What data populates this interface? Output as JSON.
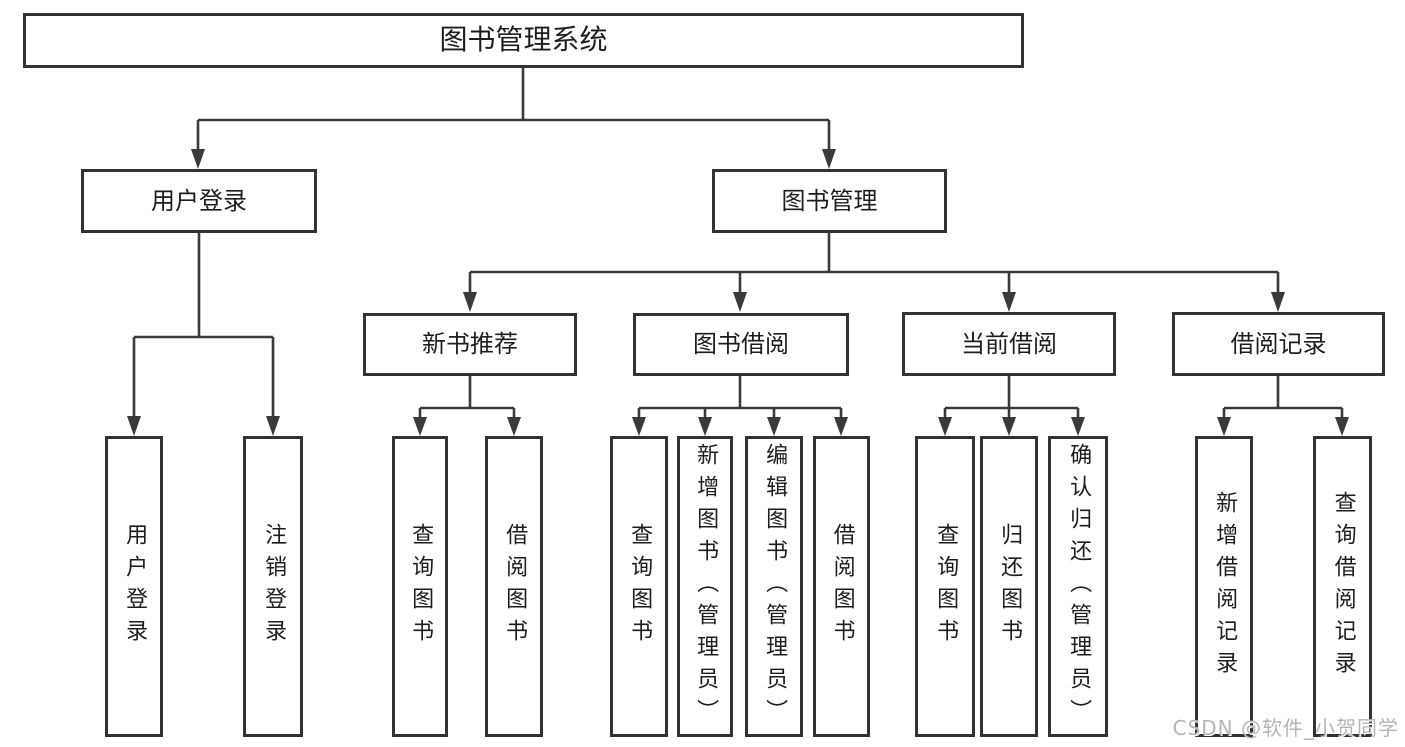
{
  "diagram_title": "图书管理系统",
  "colors": {
    "line": "#3a3a3a",
    "box_border": "#333333",
    "text": "#1d1d1d",
    "watermark": "#b5b5b5",
    "background": "#ffffff"
  },
  "nodes": {
    "root": "图书管理系统",
    "user_login": "用户登录",
    "book_management": "图书管理",
    "new_book_recommend": "新书推荐",
    "book_borrow": "图书借阅",
    "current_borrow": "当前借阅",
    "borrow_records": "借阅记录",
    "leaf_user_login": "用户登录",
    "leaf_logout": "注销登录",
    "recommend_query_book": "查询图书",
    "recommend_borrow_book": "借阅图书",
    "borrow_query_book": "查询图书",
    "borrow_add_book": "新增图书（管理员）",
    "borrow_edit_book": "编辑图书（管理员）",
    "borrow_borrow_book": "借阅图书",
    "current_query_book": "查询图书",
    "current_return_book": "归还图书",
    "current_confirm_return": "确认归还（管理员）",
    "records_add_record": "新增借阅记录",
    "records_query_record": "查询借阅记录"
  },
  "watermark": {
    "text": "CSDN @软件_小贺同学"
  }
}
